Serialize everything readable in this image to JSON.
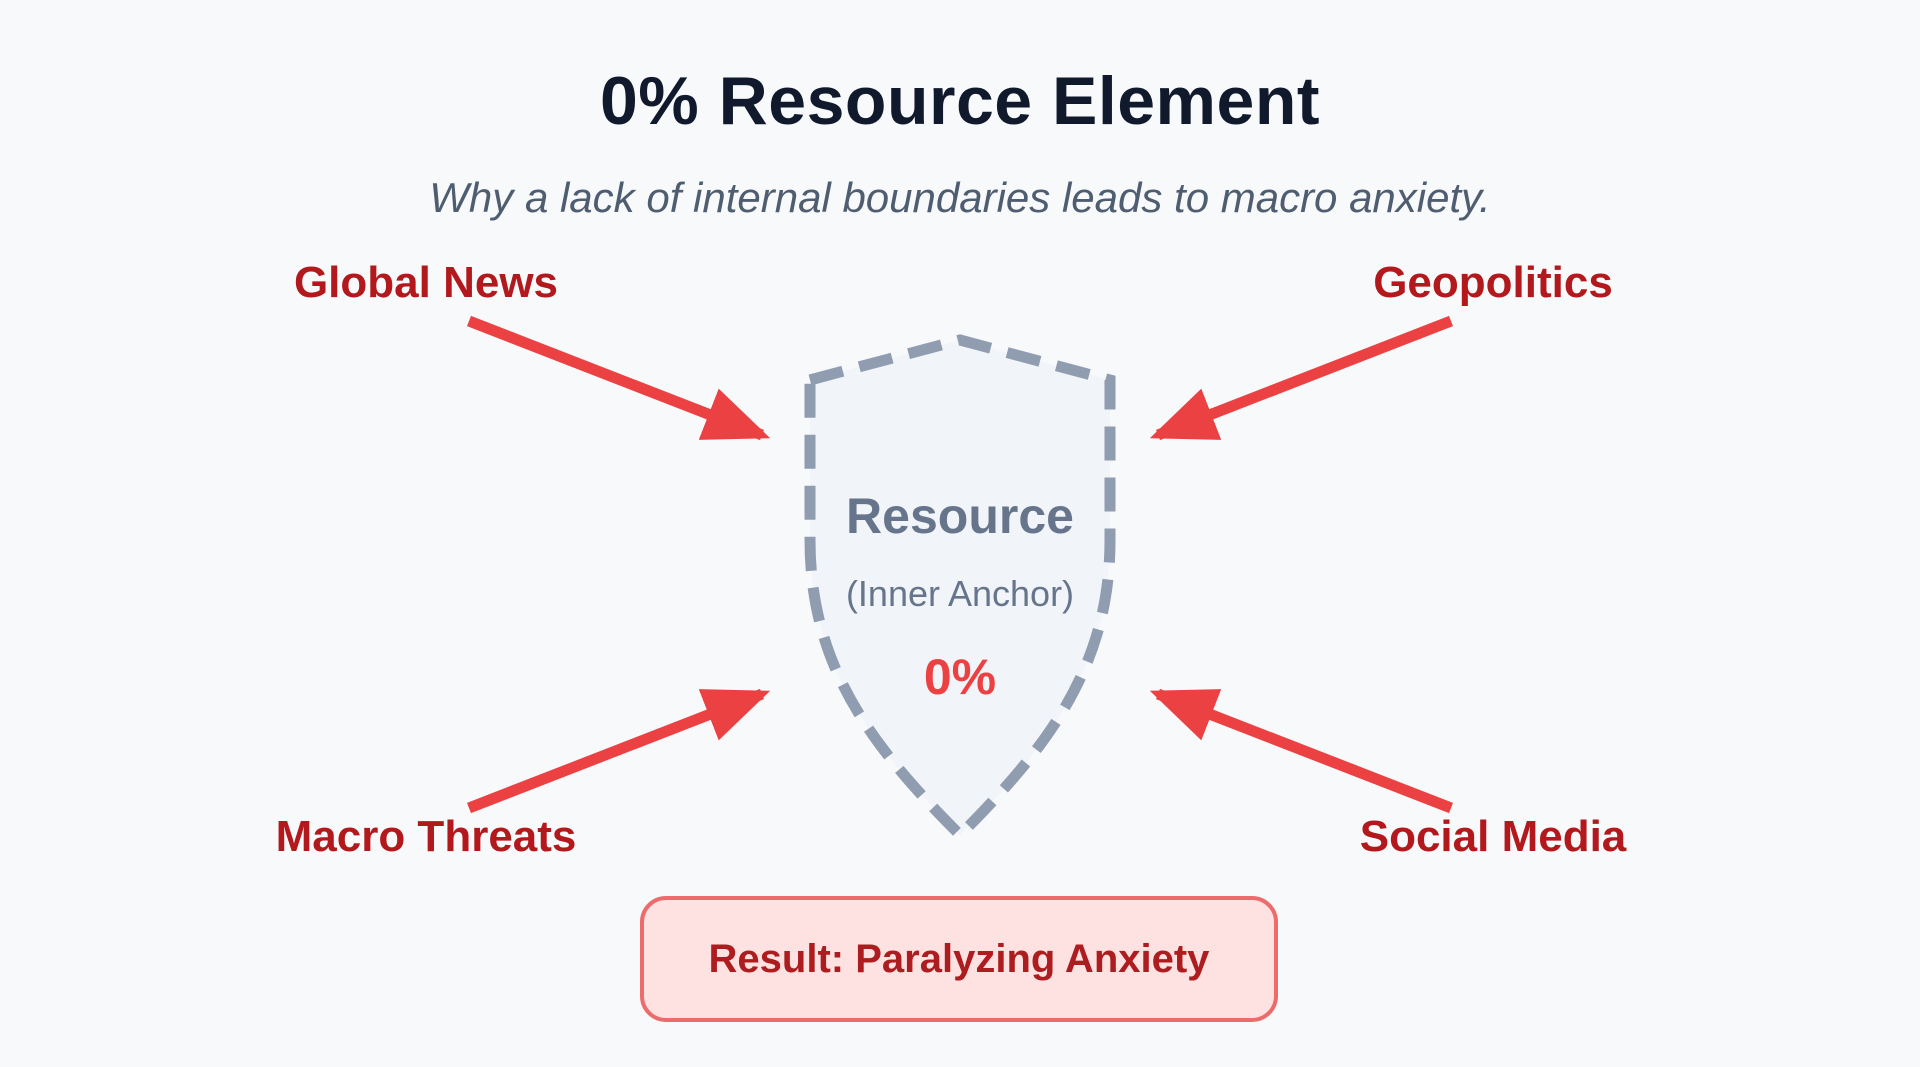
{
  "title": "0% Resource Element",
  "subtitle": "Why a lack of internal boundaries leads to macro anxiety.",
  "threats": [
    {
      "label": "Global News"
    },
    {
      "label": "Geopolitics"
    },
    {
      "label": "Macro Threats"
    },
    {
      "label": "Social Media"
    }
  ],
  "shield": {
    "title": "Resource",
    "subtitle": "(Inner Anchor)",
    "percent": "0%"
  },
  "result": {
    "label": "Result: Paralyzing Anxiety"
  },
  "colors": {
    "background": "#f8f9fb",
    "title": "#111a2c",
    "subtitle": "#4f5d71",
    "threat_label": "#b3191c",
    "arrow": "#ec4143",
    "shield_fill": "#f1f4f8",
    "shield_stroke": "#909db0",
    "shield_text": "#66758b",
    "result_fill": "#fee2e2",
    "result_border": "#ec6b6b",
    "result_text": "#ad1c1f"
  }
}
